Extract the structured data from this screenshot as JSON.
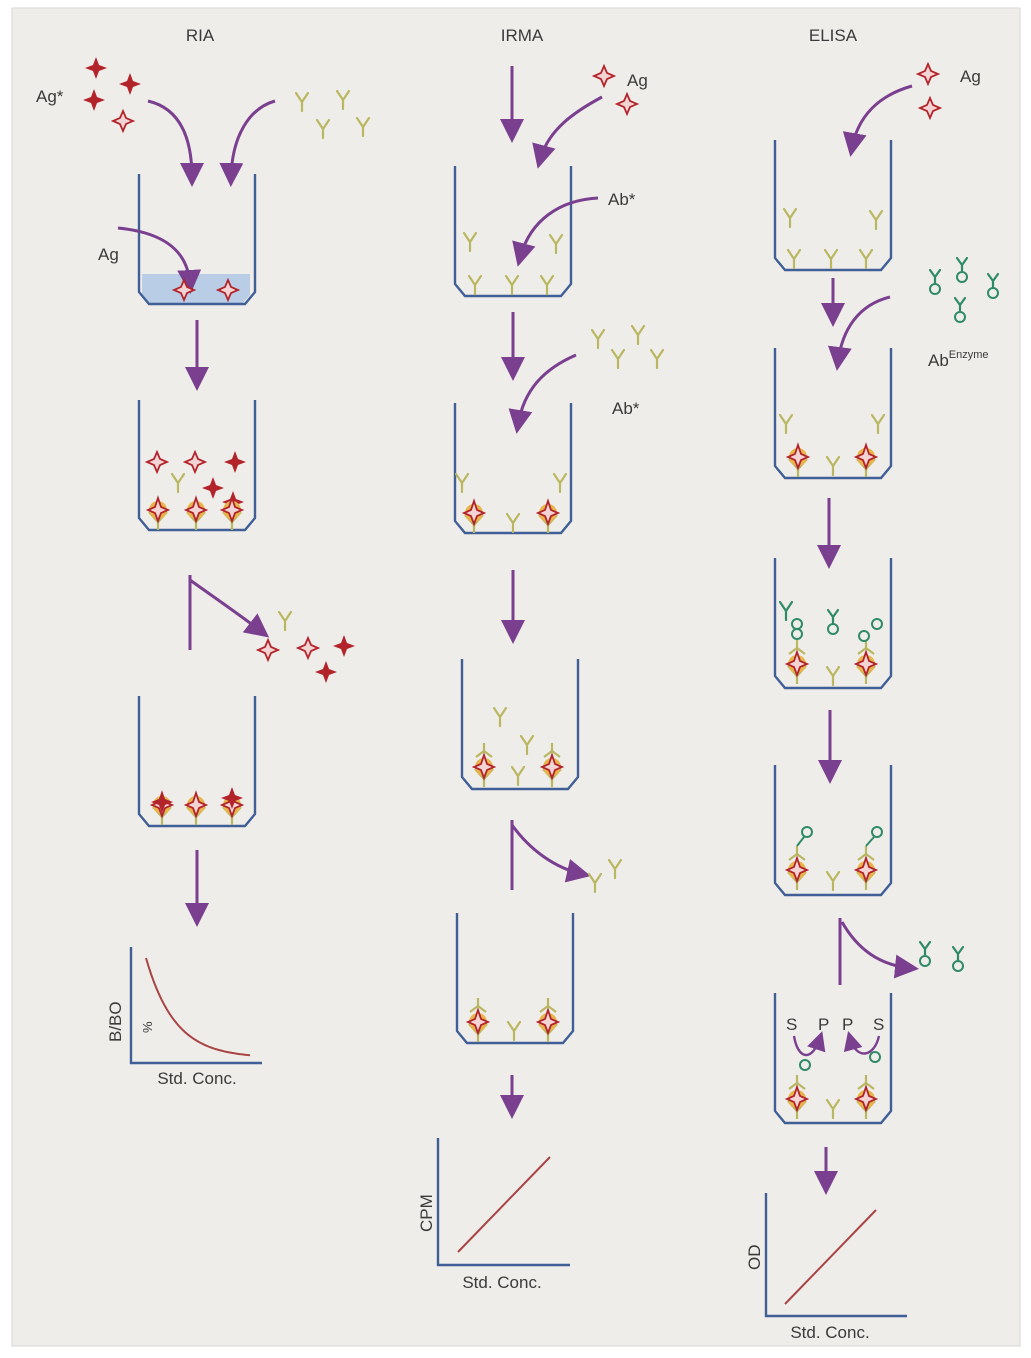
{
  "columns": [
    {
      "title": "RIA"
    },
    {
      "title": "IRMA"
    },
    {
      "title": "ELISA"
    }
  ],
  "labels": {
    "ria_ag_star": "Ag*",
    "ria_ag": "Ag",
    "irma_ag": "Ag",
    "irma_ab_star_1": "Ab*",
    "irma_ab_star_2": "Ab*",
    "elisa_ag": "Ag",
    "elisa_ab": "Ab",
    "elisa_ab_sup": "Enzyme",
    "substrate": "S",
    "product": "P"
  },
  "charts": [
    {
      "type": "curve",
      "ylabel": "B/BO",
      "yunit": "%",
      "xlabel": "Std. Conc."
    },
    {
      "type": "line",
      "ylabel": "CPM",
      "xlabel": "Std. Conc."
    },
    {
      "type": "line",
      "ylabel": "OD",
      "xlabel": "Std. Conc."
    }
  ],
  "colors": {
    "background": "#efedea",
    "tube": "#3f5f96",
    "arrow": "#7a3f8f",
    "antigen": "#b3242a",
    "antibody": "#b9b760",
    "enzyme": "#2f8a68",
    "solution": "#b9cde6",
    "curve": "#a84444"
  }
}
